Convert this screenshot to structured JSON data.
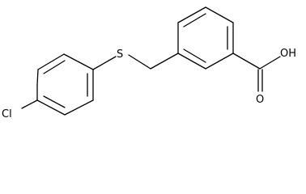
{
  "molecule": {
    "atoms": {
      "chlorine": "Cl",
      "sulfur": "S",
      "carbonyl_oxygen": "O",
      "hydroxyl": "OH"
    },
    "colors": {
      "bond": "#000000",
      "label": "#000000",
      "background": "#ffffff"
    }
  }
}
